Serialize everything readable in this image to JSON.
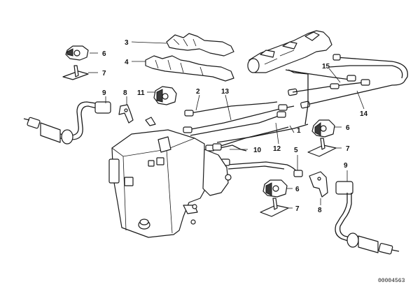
{
  "diagram": {
    "callouts": {
      "c3": "3",
      "c4": "4",
      "c6a": "6",
      "c7a": "7",
      "c8a": "8",
      "c11": "11",
      "c2": "2",
      "c13": "13",
      "c9a": "9",
      "c15": "15",
      "c14": "14",
      "c1": "1",
      "c6b": "6",
      "c7b": "7",
      "c10": "10",
      "c12": "12",
      "c5": "5",
      "c6c": "6",
      "c7c": "7",
      "c8b": "8",
      "c9b": "9"
    },
    "reference_number": "00004563"
  }
}
